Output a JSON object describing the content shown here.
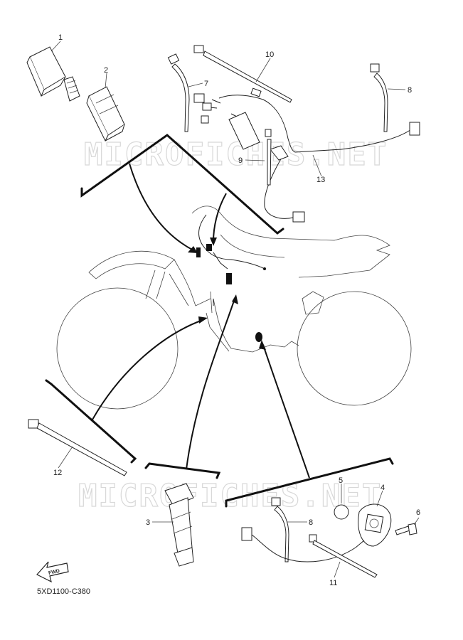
{
  "watermark": {
    "top_text": "MICROFICHES.NET",
    "bottom_text": "MICROFICHES.NET"
  },
  "diagram_code": "5XD1100-C380",
  "fwd_label": "FWD",
  "callouts": {
    "c1": "1",
    "c2": "2",
    "c3": "3",
    "c4": "4",
    "c5": "5",
    "c6": "6",
    "c7": "7",
    "c8a": "8",
    "c8b": "8",
    "c9": "9",
    "c10": "10",
    "c11": "11",
    "c12": "12",
    "c13": "13"
  }
}
